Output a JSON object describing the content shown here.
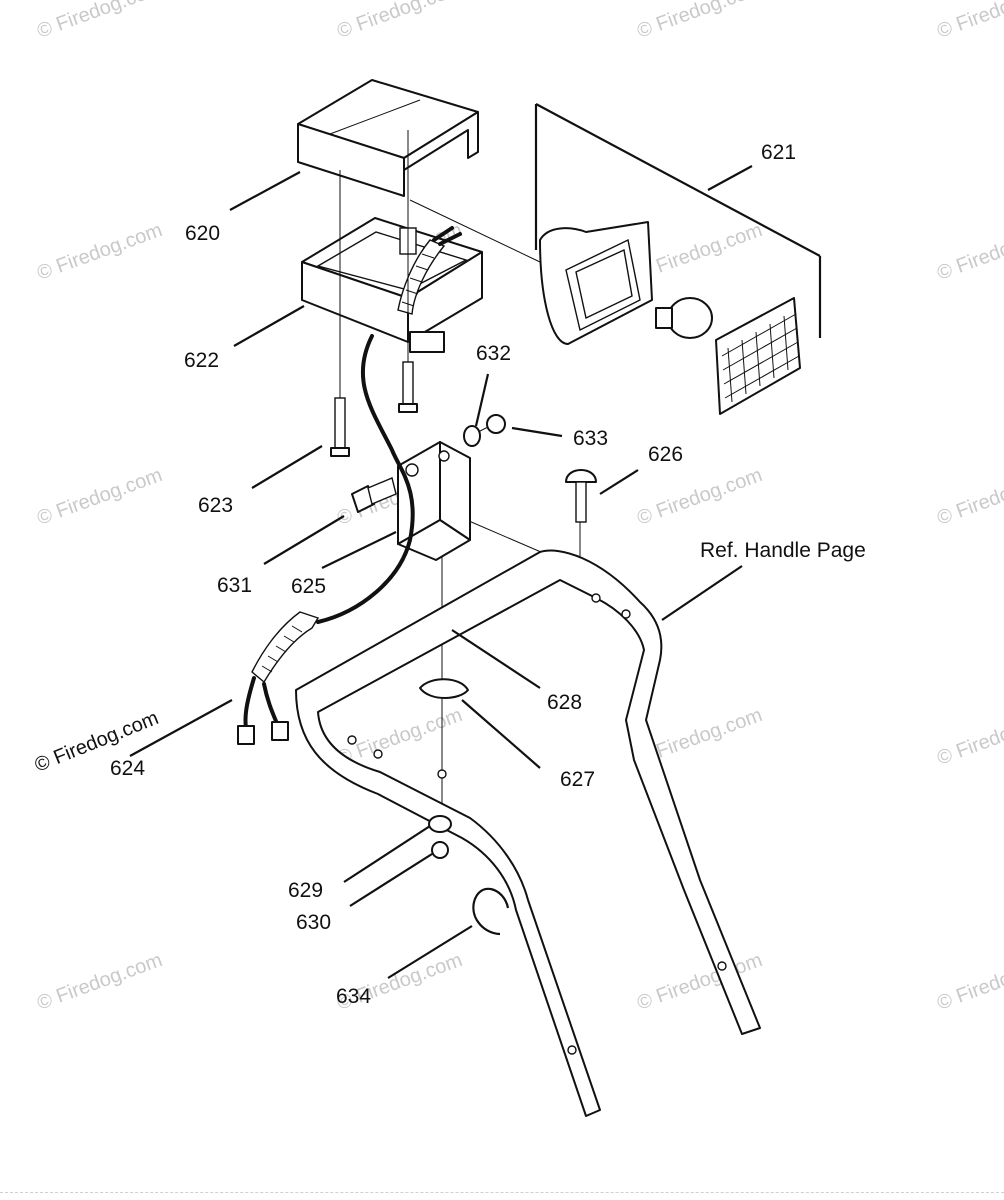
{
  "watermark_text": "© Firedog.com",
  "corner_watermark_text": "© Firedog.com",
  "callouts": {
    "p620": "620",
    "p621": "621",
    "p622": "622",
    "p623": "623",
    "p624": "624",
    "p625": "625",
    "p626": "626",
    "p627": "627",
    "p628": "628",
    "p629": "629",
    "p630": "630",
    "p631": "631",
    "p632": "632",
    "p633": "633",
    "p634": "634",
    "ref_handle": "Ref. Handle Page"
  },
  "colors": {
    "line": "#111111",
    "watermark": "#c9c9c9",
    "background": "#ffffff"
  }
}
